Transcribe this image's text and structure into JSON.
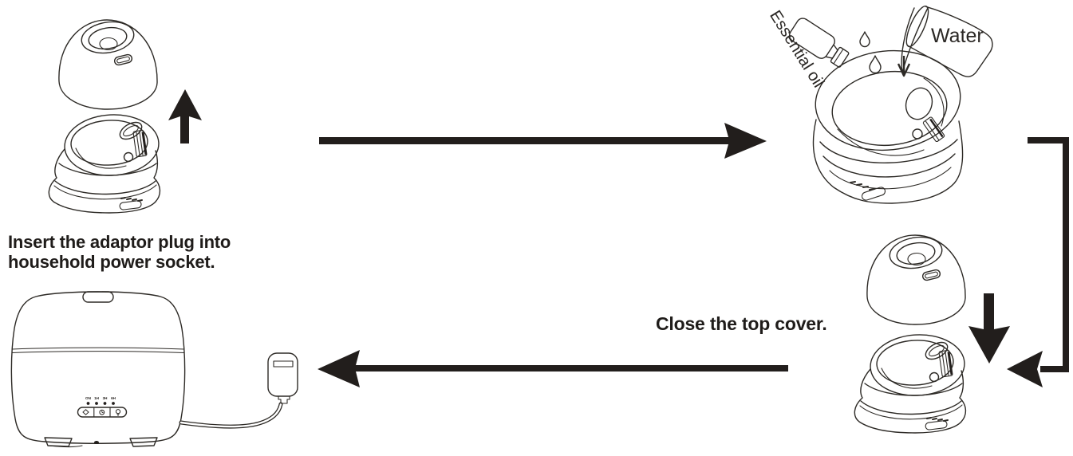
{
  "colors": {
    "line": "#2d2a26",
    "arrow": "#221e1c",
    "text": "#1f1c1a",
    "background": "#ffffff"
  },
  "steps": {
    "fill": {
      "essential_oil_label": "Essential oil",
      "water_label": "Water"
    },
    "close_cover": {
      "caption": "Close the top cover."
    },
    "plug_in": {
      "caption": "Insert the adaptor plug into household power socket."
    }
  },
  "device": {
    "control_panel": {
      "indicator_labels": [
        "ON",
        "1H",
        "3H",
        "6H"
      ],
      "button_icons": [
        "mist-icon",
        "timer-icon",
        "light-icon"
      ]
    }
  }
}
